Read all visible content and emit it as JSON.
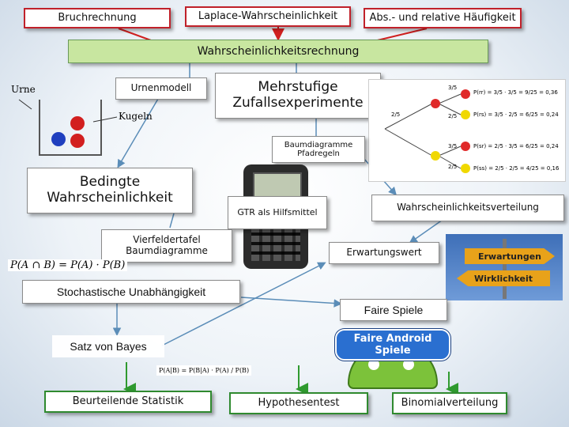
{
  "boxes": {
    "bruchrechnung": "Bruchrechnung",
    "laplace": "Laplace-Wahrscheinlichkeit",
    "haeufigkeit": "Abs.- und relative Häufigkeit",
    "wahrscheinlichkeitsrechnung": "Wahrscheinlichkeitsrechnung",
    "urnenmodell": "Urnenmodell",
    "mehrstufig": "Mehrstufige Zufallsexperimente",
    "baumdiagramme_pfadregeln": "Baumdiagramme Pfadregeln",
    "bedingte": "Bedingte Wahrscheinlichkeit",
    "gtr": "GTR als Hilfsmittel",
    "verteilung": "Wahrscheinlichkeitsverteilung",
    "vierfeldertafel": "Vierfeldertafel Baumdiagramme",
    "erwartungswert": "Erwartungswert",
    "unabhaengigkeit": "Stochastische Unabhängigkeit",
    "faire_spiele": "Faire Spiele",
    "bayes": "Satz von Bayes",
    "statistik": "Beurteilende Statistik",
    "hypothesentest": "Hypothesentest",
    "binomial": "Binomialverteilung"
  },
  "urn": {
    "label_urne": "Urne",
    "label_kugeln": "Kugeln"
  },
  "formula": "P(A ∩ B) = P(A) · P(B)",
  "bayes_formula": "P(A|B) = P(B|A) · P(A) / P(B)",
  "tree": {
    "branch_labels": [
      "3/5",
      "2/5",
      "3/5",
      "2/5",
      "2/5"
    ],
    "results": [
      "P(rr) = 3/5 · 3/5 = 9/25 = 0,36",
      "P(rs) = 3/5 · 2/5 = 6/25 = 0,24",
      "P(sr) = 2/5 · 3/5 = 6/25 = 0,24",
      "P(ss) = 2/5 · 2/5 = 4/25 = 0,16"
    ]
  },
  "signs": {
    "top": "Erwartungen",
    "bottom": "Wirklichkeit"
  },
  "game_logo": "Faire Android Spiele",
  "colors": {
    "red_border": "#c0212a",
    "green_border": "#2f8a2f",
    "banner_green": "#c8e6a0",
    "arrow_blue": "#5b8db8"
  }
}
